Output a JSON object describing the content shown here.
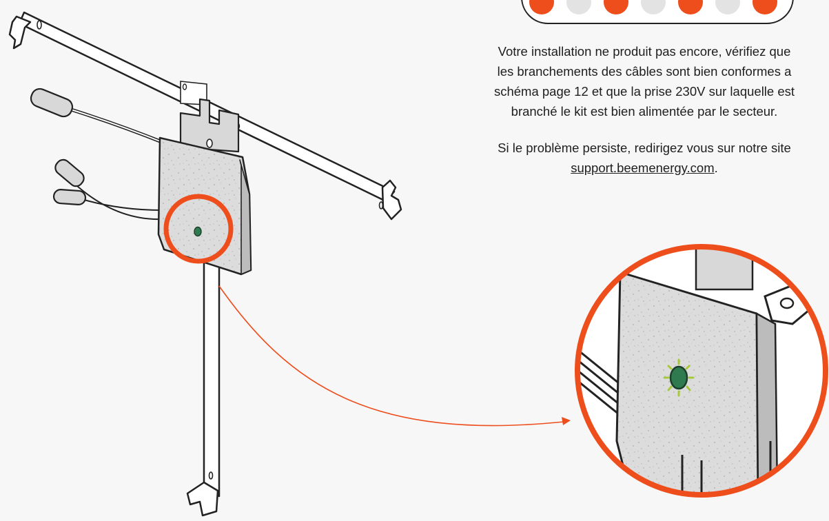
{
  "instructions": {
    "paragraph1": [
      "Votre installation ne produit pas encore, vérifiez que",
      "les branchements des câbles sont bien conformes a",
      "schéma page 12 et que la prise 230V sur laquelle est",
      "branché le kit est bien alimentée par le secteur."
    ],
    "paragraph2_line1": "Si le problème persiste, redirigez vous sur notre site",
    "support_link": "support.beemenergy.com",
    "support_suffix": "."
  },
  "led_sequence": [
    "on",
    "off",
    "on",
    "off",
    "on",
    "off",
    "on"
  ],
  "colors": {
    "accent": "#ee4d1c",
    "led_on": "#ee4d1c",
    "led_off": "#e3e3e3",
    "status_led": "#2f7a4f",
    "glow": "#a6c93a",
    "background": "#f7f7f7"
  },
  "icons": {
    "callout_arrow": "arrow-right-icon",
    "status_led": "green-led-icon"
  }
}
